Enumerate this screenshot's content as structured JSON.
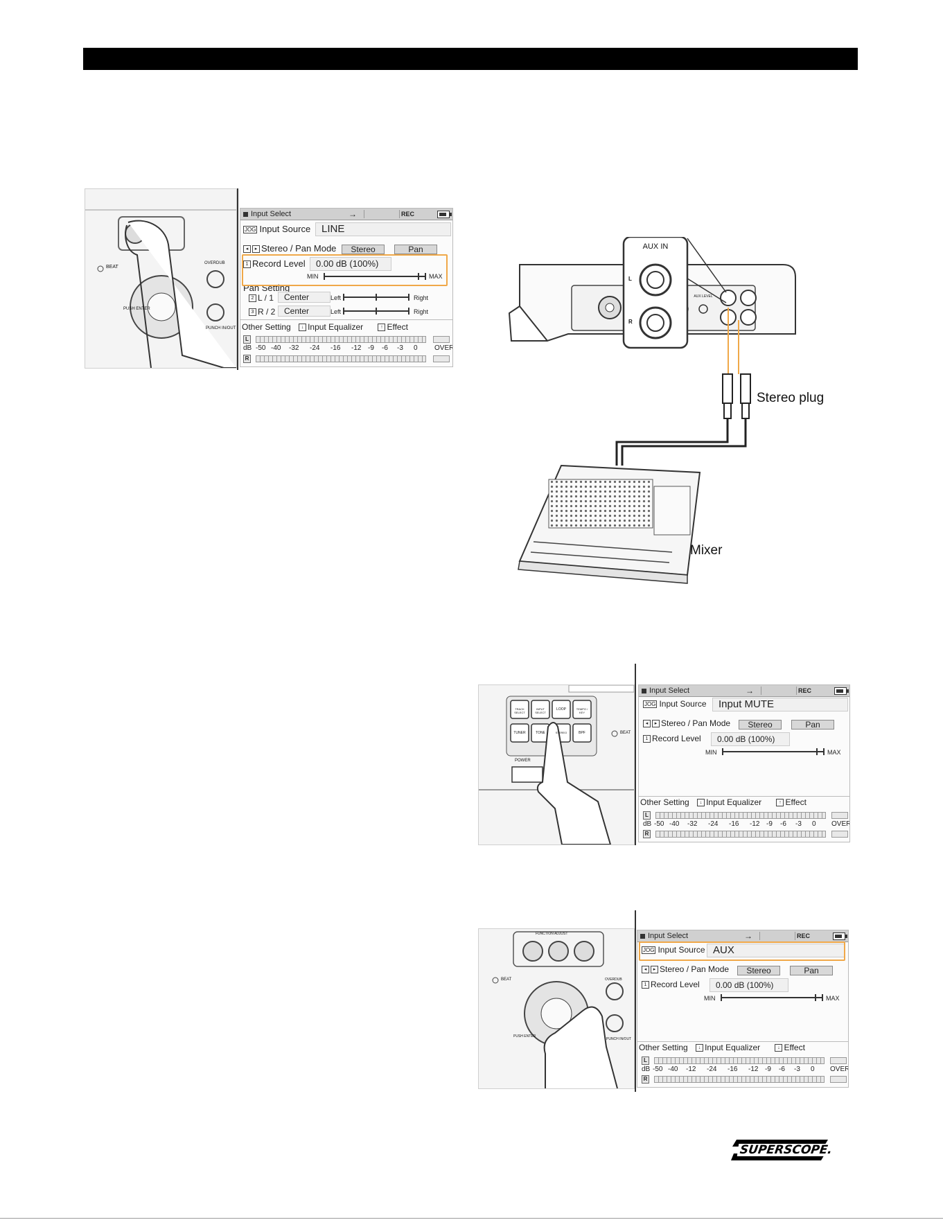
{
  "screens": [
    {
      "title": "Input Select",
      "arrow": "→",
      "rec": "REC",
      "source_key": "JOG",
      "source_label": "Input Source",
      "source_value": "LINE",
      "mode_label": "Stereo / Pan Mode",
      "stereo_label": "Stereo",
      "pan_label": "Pan",
      "level_key": "1",
      "level_label": "Record Level",
      "level_value": "0.00 dB (100%)",
      "min": "MIN",
      "max": "MAX",
      "pan_setting": "Pan Setting",
      "pan_rows": [
        {
          "key": "2",
          "label": "L / 1",
          "value": "Center",
          "left": "Left",
          "right": "Right"
        },
        {
          "key": "3",
          "label": "R / 2",
          "value": "Center",
          "left": "Left",
          "right": "Right"
        }
      ],
      "other_setting": "Other Setting",
      "eq_label": "Input Equalizer",
      "effect_label": "Effect",
      "meter_l": "L",
      "meter_r": "R",
      "db": "dB",
      "db_ticks": [
        "-50",
        "-40",
        "-32",
        "-24",
        "-16",
        "-12",
        "-9",
        "-6",
        "-3",
        "0"
      ],
      "over": "OVER"
    },
    {
      "title": "Input Select",
      "arrow": "→",
      "rec": "REC",
      "source_key": "JOG",
      "source_label": "Input Source",
      "source_value": "Input MUTE",
      "mode_label": "Stereo / Pan Mode",
      "stereo_label": "Stereo",
      "pan_label": "Pan",
      "level_key": "1",
      "level_label": "Record Level",
      "level_value": "0.00 dB (100%)",
      "min": "MIN",
      "max": "MAX",
      "other_setting": "Other Setting",
      "eq_label": "Input Equalizer",
      "effect_label": "Effect",
      "meter_l": "L",
      "meter_r": "R",
      "db": "dB",
      "db_ticks": [
        "-50",
        "-40",
        "-32",
        "-24",
        "-16",
        "-12",
        "-9",
        "-6",
        "-3",
        "0"
      ],
      "over": "OVER"
    },
    {
      "title": "Input Select",
      "arrow": "→",
      "rec": "REC",
      "source_key": "JOG",
      "source_label": "Input Source",
      "source_value": "AUX",
      "mode_label": "Stereo / Pan Mode",
      "stereo_label": "Stereo",
      "pan_label": "Pan",
      "level_key": "1",
      "level_label": "Record Level",
      "level_value": "0.00 dB (100%)",
      "min": "MIN",
      "max": "MAX",
      "other_setting": "Other Setting",
      "eq_label": "Input Equalizer",
      "effect_label": "Effect",
      "meter_l": "L",
      "meter_r": "R",
      "db": "dB",
      "db_ticks": [
        "-50",
        "-40",
        "-12",
        "-24",
        "-16",
        "-12",
        "-9",
        "-6",
        "-3",
        "0"
      ],
      "over": "OVER"
    }
  ],
  "device_panels": {
    "panel1": {
      "beat": "BEAT",
      "overdub": "OVERDUB",
      "push_enter": "PUSH ENTER",
      "punch": "PUNCH IN/OUT"
    },
    "panel2": {
      "buttons": [
        "TRACK SELECT",
        "INPUT SELECT",
        "LOOP",
        "TEMPO / KEY",
        "TUNER",
        "TONE",
        "STEREO",
        "BPF"
      ],
      "power": "POWER",
      "beat": "BEAT"
    },
    "panel3": {
      "function_adjust": "FUNCTION ADJUST",
      "beat": "BEAT",
      "overdub": "OVERDUB",
      "push_enter": "PUSH ENTER",
      "punch": "PUNCH IN/OUT"
    }
  },
  "connection_diagram": {
    "aux_in": "AUX IN",
    "stereo_plug": "Stereo plug",
    "mixer": "Mixer",
    "aux_level": "AUX LEVEL",
    "l_tag": "L",
    "r_tag": "R"
  },
  "brand": "SUPERSCOPE.",
  "colors": {
    "highlight": "#f0a848",
    "cable": "#f0a848",
    "header": "#000000"
  }
}
